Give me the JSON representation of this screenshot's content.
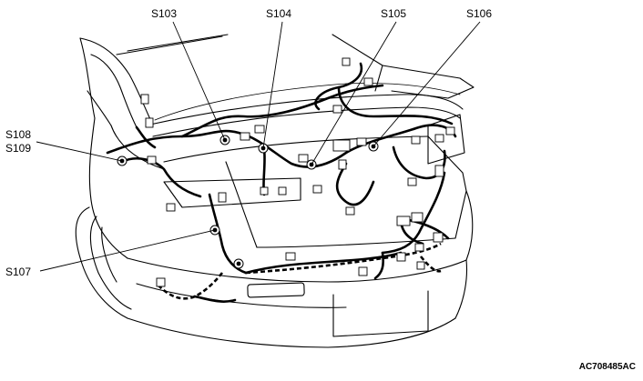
{
  "diagram": {
    "reference_code": "AC708485AC",
    "splices": [
      {
        "id": "s103",
        "label": "S103"
      },
      {
        "id": "s104",
        "label": "S104"
      },
      {
        "id": "s105",
        "label": "S105"
      },
      {
        "id": "s106",
        "label": "S106"
      },
      {
        "id": "s107",
        "label": "S107"
      },
      {
        "id": "s108",
        "label": "S108"
      },
      {
        "id": "s109",
        "label": "S109"
      }
    ]
  }
}
